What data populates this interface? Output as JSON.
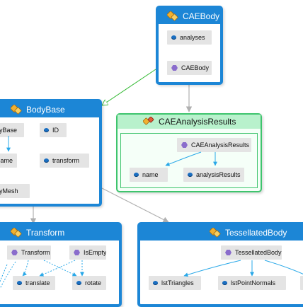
{
  "classes": {
    "caebody": {
      "title": "CAEBody",
      "items": [
        "analyses",
        "CAEBody"
      ]
    },
    "bodybase": {
      "title": "BodyBase",
      "items": [
        "dyBase",
        "ID",
        "Name",
        "transform",
        "dyMesh"
      ]
    },
    "caeanalysisresults": {
      "title": "CAEAnalysisResults",
      "items": [
        "CAEAnalysisResults",
        "name",
        "analysisResults"
      ]
    },
    "transform": {
      "title": "Transform",
      "items": [
        "Transform",
        "IsEmpty",
        "translate",
        "rotate"
      ]
    },
    "tessellatedbody": {
      "title": "TessellatedBody",
      "items": [
        "TessellatedBody",
        "lstTriangles",
        "lstPointNormals"
      ]
    }
  },
  "colors": {
    "class_border": "#1c86d6",
    "green_border": "#3ec46d",
    "node_fill": "#e4e4e4",
    "connector_blue": "#29a8e8",
    "connector_gray": "#b0b0b0",
    "connector_green": "#2eb82e"
  },
  "icons": {
    "class_header": "class-icon",
    "method": "method-icon",
    "constructor": "constructor-icon"
  }
}
